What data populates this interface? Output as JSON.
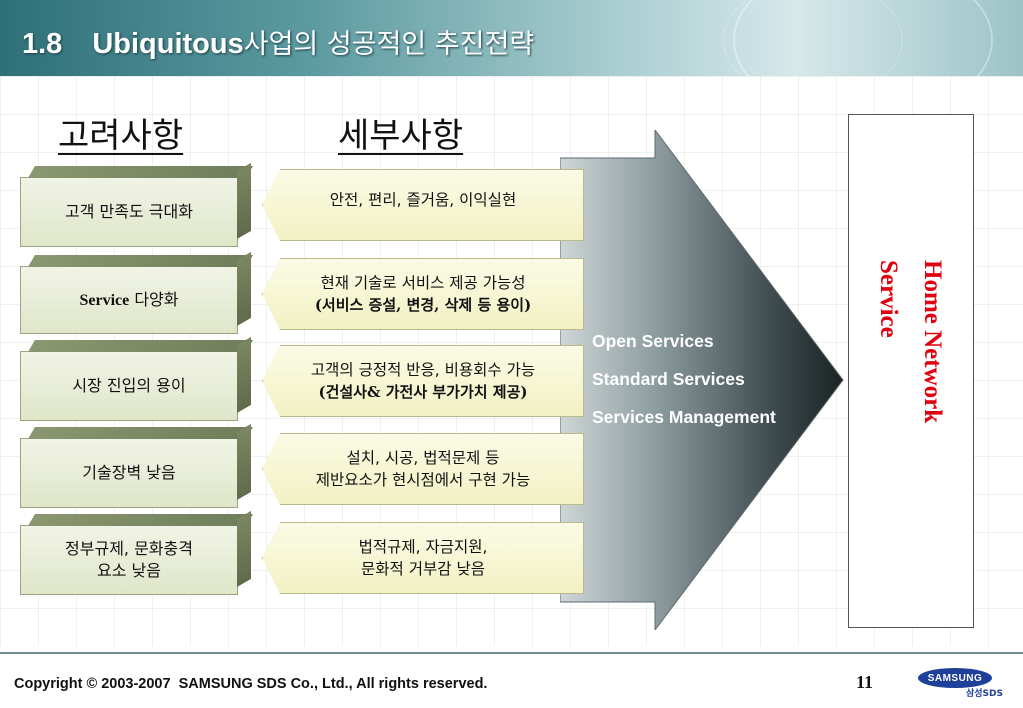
{
  "header": {
    "number": "1.8",
    "title_en": "Ubiquitous",
    "title_ko": "사업의 성공적인 추진전략"
  },
  "headings": {
    "considerations": "고려사항",
    "details": "세부사항"
  },
  "left_items": [
    {
      "text": "고객 만족도 극대화"
    },
    {
      "text_en": "Service",
      "text_ko": " 다양화"
    },
    {
      "text": "시장 진입의 용이"
    },
    {
      "text": "기술장벽 낮음"
    },
    {
      "line1": "정부규제, 문화충격",
      "line2": "요소 낮음"
    }
  ],
  "right_items": [
    {
      "line1": "안전,  편리,  즐거움,  이익실현",
      "line2": ""
    },
    {
      "line1": "현재 기술로 서비스 제공 가능성",
      "line2": "(서비스 증설, 변경, 삭제 등  용이)"
    },
    {
      "line1": "고객의 긍정적 반응,  비용회수 가능",
      "line2": "(건설사& 가전사 부가가치 제공)"
    },
    {
      "line1": "설치, 시공, 법적문제 등",
      "line2": "제반요소가 현시점에서 구현 가능"
    },
    {
      "line1": "법적규제,  자금지원,",
      "line2": "문화적 거부감 낮음"
    }
  ],
  "arrow_items": [
    "Open Services",
    "Standard Services",
    "Services Management"
  ],
  "service_box": {
    "line1": "Home Network",
    "line2": "Service"
  },
  "footer": {
    "copyright": "Copyright © 2003-2007  SAMSUNG SDS Co., Ltd., All rights reserved.",
    "page": "11",
    "logo_text": "SAMSUNG",
    "logo_sub": "삼성SDS"
  },
  "colors": {
    "accent_red": "#e0000f",
    "header_teal": "#2f6f78",
    "arrow_dark": "#1f2a2c"
  }
}
